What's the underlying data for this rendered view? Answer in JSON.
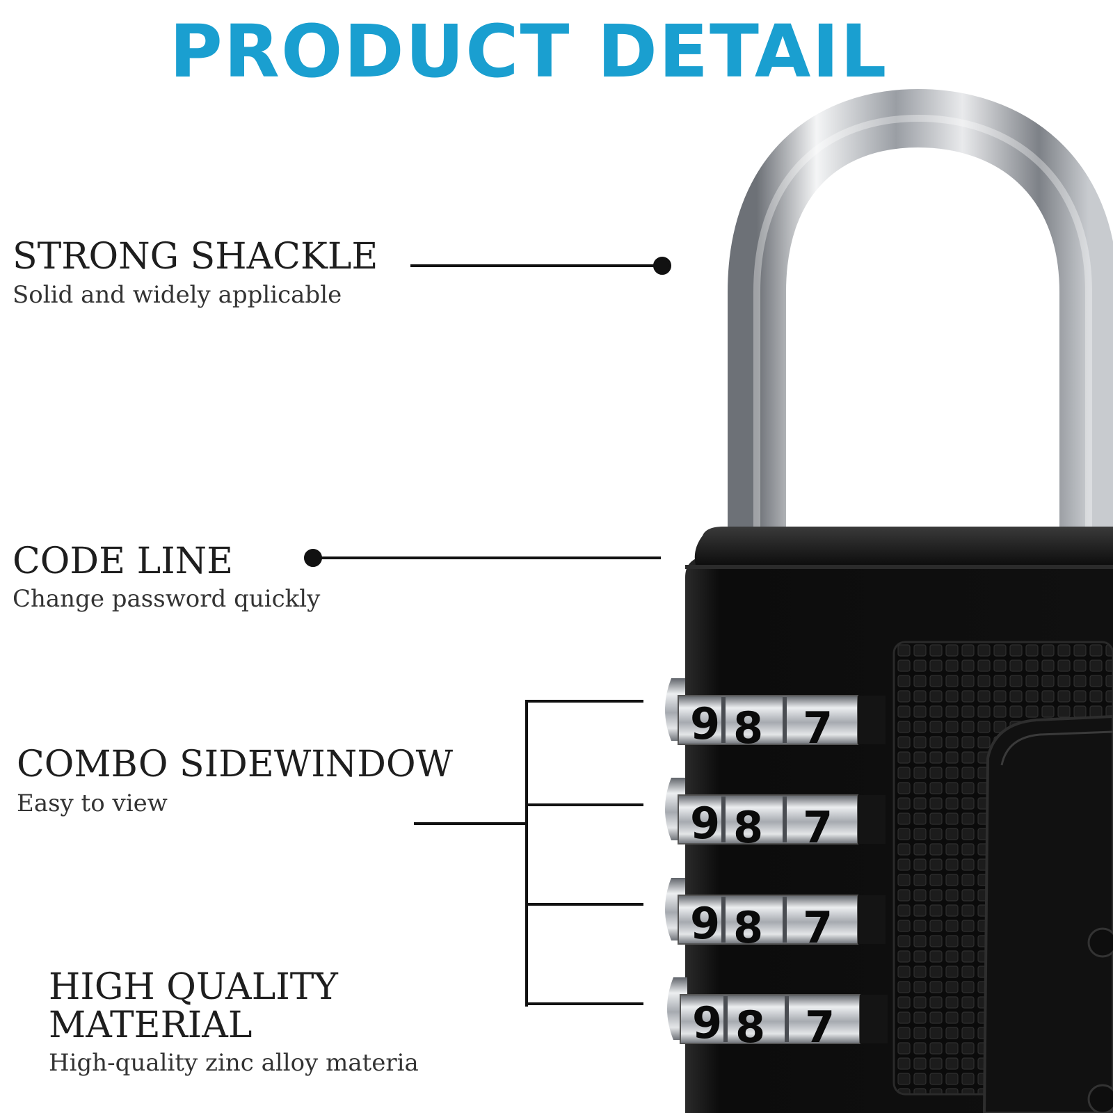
{
  "header": {
    "title": "PRODUCT DETAIL"
  },
  "features": [
    {
      "title": "STRONG SHACKLE",
      "subtitle": "Solid and widely applicable"
    },
    {
      "title": "CODE LINE",
      "subtitle": "Change password quickly"
    },
    {
      "title": "COMBO SIDEWINDOW",
      "subtitle": "Easy to view"
    },
    {
      "title": "HIGH QUALITY MATERIAL",
      "subtitle": "High-quality zinc alloy materia"
    }
  ],
  "dials": [
    {
      "digits": [
        "9",
        "8",
        "7"
      ]
    },
    {
      "digits": [
        "9",
        "8",
        "7"
      ]
    },
    {
      "digits": [
        "9",
        "8",
        "7"
      ]
    },
    {
      "digits": [
        "9",
        "8",
        "7"
      ]
    }
  ],
  "colors": {
    "title": "#1A9FD0",
    "lock_body": "#151515",
    "chrome": "#C9CCD0",
    "callout_line": "#111111"
  }
}
